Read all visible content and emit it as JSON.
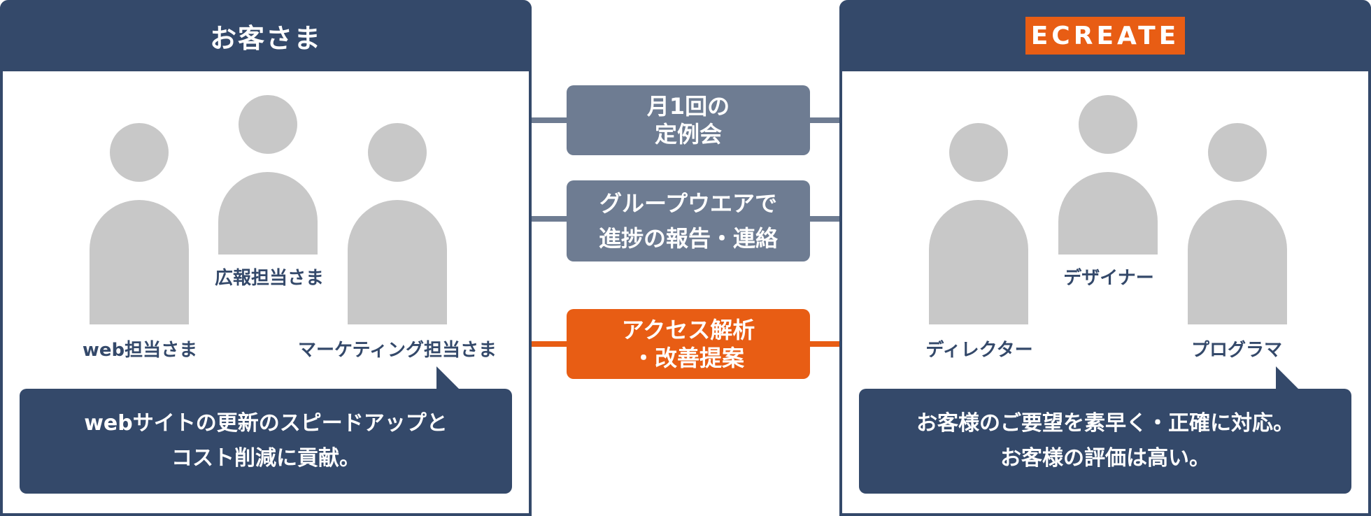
{
  "left_panel": {
    "title": "お客さま",
    "people": [
      {
        "label": "web担当さま"
      },
      {
        "label": "広報担当さま"
      },
      {
        "label": "マーケティング担当さま"
      }
    ],
    "message": [
      "webサイトの更新のスピードアップと",
      "コスト削減に貢献。"
    ]
  },
  "right_panel": {
    "logo_text": "ECREATE",
    "logo_color": "#e85d14",
    "people": [
      {
        "label": "ディレクター"
      },
      {
        "label": "デザイナー"
      },
      {
        "label": "プログラマ"
      }
    ],
    "message": [
      "お客様のご要望を素早く・正確に対応。",
      "お客様の評価は高い。"
    ]
  },
  "connections": [
    {
      "lines": [
        "月1回の",
        "定例会"
      ],
      "direction": "both",
      "color": "#6e7c92"
    },
    {
      "lines": [
        "グループウエアで",
        "進捗の報告・連絡"
      ],
      "direction": "both",
      "color": "#6e7c92"
    },
    {
      "lines": [
        "アクセス解析",
        "・改善提案"
      ],
      "direction": "left",
      "color": "#e85d14"
    }
  ],
  "colors": {
    "navy": "#34496a",
    "person_gray": "#c8c8c8",
    "accent": "#e85d14",
    "slate": "#6e7c92"
  }
}
